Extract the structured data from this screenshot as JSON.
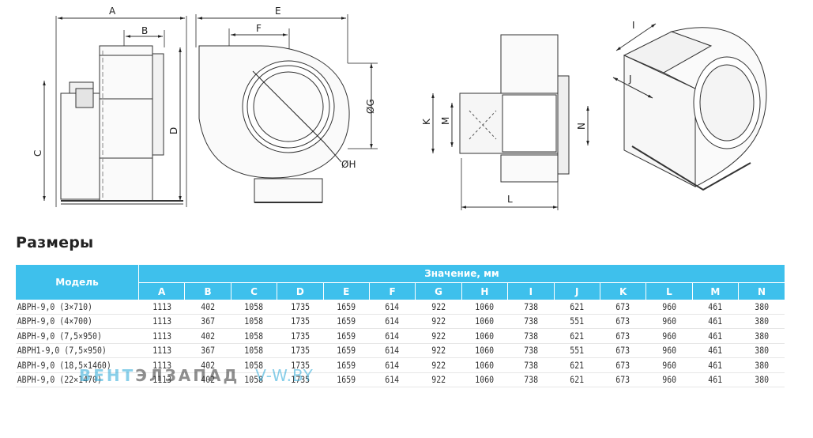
{
  "drawings": {
    "dimension_labels": {
      "A": "A",
      "B": "B",
      "C": "C",
      "D": "D",
      "E": "E",
      "F": "F",
      "G": "ØG",
      "H": "ØH",
      "I": "I",
      "J": "J",
      "K": "K",
      "L": "L",
      "M": "M",
      "N": "N"
    }
  },
  "section_title": "Размеры",
  "table": {
    "model_header": "Модель",
    "group_header": "Значение, мм",
    "columns": [
      "A",
      "B",
      "C",
      "D",
      "E",
      "F",
      "G",
      "H",
      "I",
      "J",
      "K",
      "L",
      "M",
      "N"
    ],
    "rows": [
      {
        "model": "АВРН-9,0 (3×710)",
        "values": [
          "1113",
          "402",
          "1058",
          "1735",
          "1659",
          "614",
          "922",
          "1060",
          "738",
          "621",
          "673",
          "960",
          "461",
          "380"
        ]
      },
      {
        "model": "АВРН-9,0 (4×700)",
        "values": [
          "1113",
          "367",
          "1058",
          "1735",
          "1659",
          "614",
          "922",
          "1060",
          "738",
          "551",
          "673",
          "960",
          "461",
          "380"
        ]
      },
      {
        "model": "АВРН-9,0 (7,5×950)",
        "values": [
          "1113",
          "402",
          "1058",
          "1735",
          "1659",
          "614",
          "922",
          "1060",
          "738",
          "621",
          "673",
          "960",
          "461",
          "380"
        ]
      },
      {
        "model": "АВРН1-9,0 (7,5×950)",
        "values": [
          "1113",
          "367",
          "1058",
          "1735",
          "1659",
          "614",
          "922",
          "1060",
          "738",
          "551",
          "673",
          "960",
          "461",
          "380"
        ]
      },
      {
        "model": "АВРН-9,0 (18,5×1460)",
        "values": [
          "1113",
          "402",
          "1058",
          "1735",
          "1659",
          "614",
          "922",
          "1060",
          "738",
          "621",
          "673",
          "960",
          "461",
          "380"
        ]
      },
      {
        "model": "АВРН-9,0 (22×1470)",
        "values": [
          "1113",
          "402",
          "1058",
          "1735",
          "1659",
          "614",
          "922",
          "1060",
          "738",
          "621",
          "673",
          "960",
          "461",
          "380"
        ]
      }
    ]
  },
  "watermark": {
    "part1": "ВЕНТ",
    "part2": "ЭЛЗАПАД",
    "part3": "V-W.BY"
  }
}
